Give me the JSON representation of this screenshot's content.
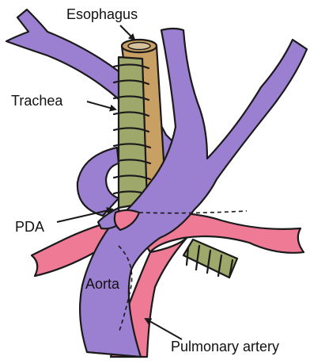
{
  "colors": {
    "vessel_purple": "#9b7fd0",
    "artery_pink": "#ee7a96",
    "trachea_green": "#9ea86a",
    "esophagus_tan": "#c9a064",
    "esophagus_lumen": "#d8c09a",
    "outline": "#1a1a1a",
    "background": "#ffffff"
  },
  "labels": {
    "esophagus": "Esophagus",
    "trachea": "Trachea",
    "pda": "PDA",
    "aorta": "Aorta",
    "pulmonary_artery": "Pulmonary artery"
  }
}
